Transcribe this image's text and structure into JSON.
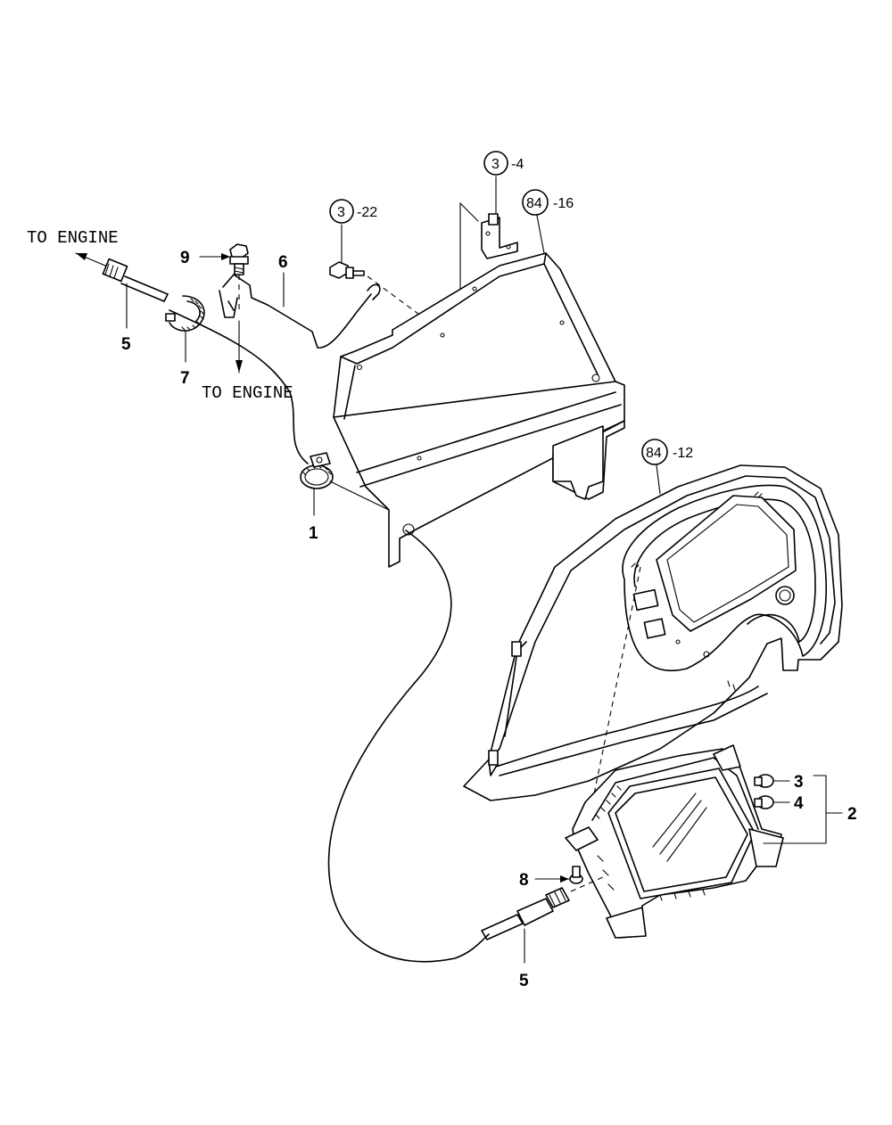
{
  "labels": {
    "to_engine_top": "TO ENGINE",
    "to_engine_bottom": "TO ENGINE",
    "part_1": "1",
    "part_2": "2",
    "part_3": "3",
    "part_4": "4",
    "part_5_top": "5",
    "part_5_bottom": "5",
    "part_6": "6",
    "part_7": "7",
    "part_8": "8",
    "part_9": "9"
  },
  "refs": {
    "ref_3_22": {
      "circle": "3",
      "suffix": "-22"
    },
    "ref_3_4": {
      "circle": "3",
      "suffix": "-4"
    },
    "ref_84_16": {
      "circle": "84",
      "suffix": "-16"
    },
    "ref_84_12": {
      "circle": "84",
      "suffix": "-12"
    }
  }
}
